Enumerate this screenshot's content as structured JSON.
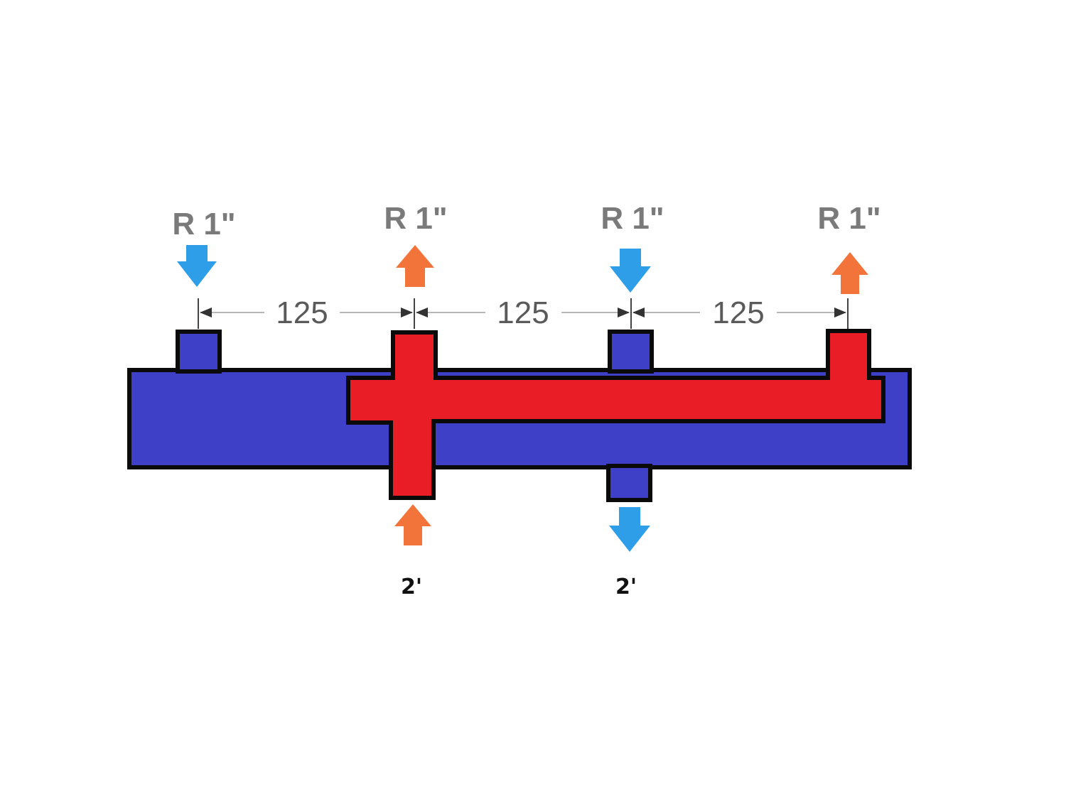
{
  "ports_top": [
    {
      "label": "R 1\"",
      "flow": "in"
    },
    {
      "label": "R 1\"",
      "flow": "out"
    },
    {
      "label": "R 1\"",
      "flow": "in"
    },
    {
      "label": "R 1\"",
      "flow": "out"
    }
  ],
  "dimensions": [
    "125",
    "125",
    "125"
  ],
  "ports_bottom": [
    {
      "label": "2'",
      "flow": "in"
    },
    {
      "label": "2'",
      "flow": "out"
    }
  ],
  "colors": {
    "cold_circuit": "#3f40c8",
    "hot_circuit": "#e81d25",
    "cold_arrow": "#2f9ee8",
    "hot_arrow": "#f2743a",
    "outline": "#0a0a0a"
  }
}
